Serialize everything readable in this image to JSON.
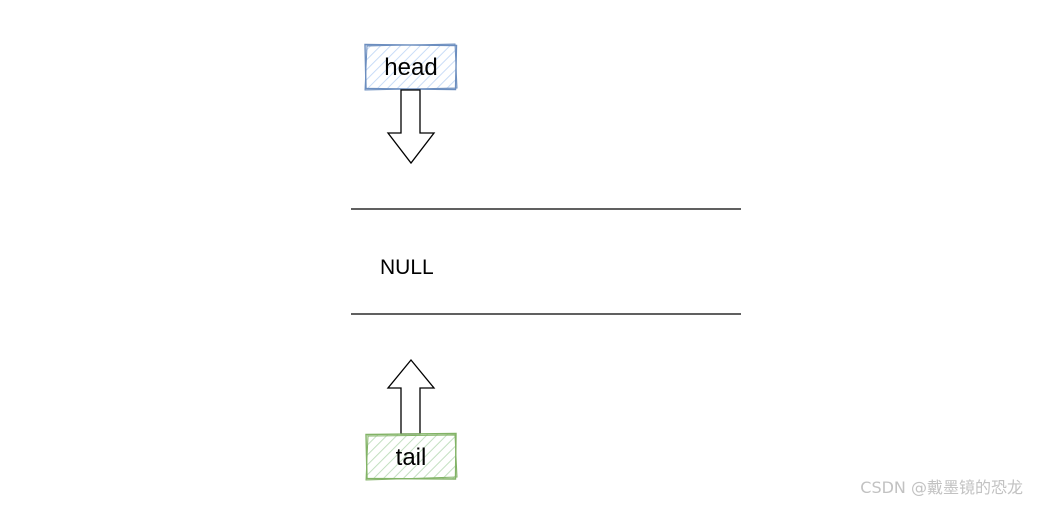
{
  "diagram": {
    "head_label": "head",
    "tail_label": "tail",
    "queue_content": "NULL"
  },
  "colors": {
    "head_box_stroke": "#6c8ebf",
    "head_box_hatch": "#dae8fc",
    "tail_box_stroke": "#82b366",
    "tail_box_hatch": "#d5e8d4",
    "line": "#000000",
    "watermark": "#c2c2c2"
  },
  "icons": {
    "head_pointer": "arrow-down-icon",
    "tail_pointer": "arrow-up-icon"
  },
  "watermark": {
    "text": "CSDN @戴墨镜的恐龙"
  }
}
